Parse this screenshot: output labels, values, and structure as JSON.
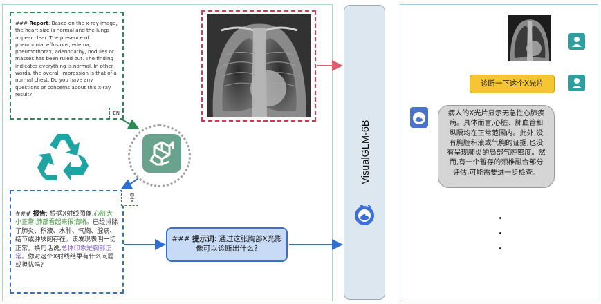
{
  "report_en": {
    "prefix": "###",
    "title": "Report",
    "body": ": Based on the x-ray image, the heart size is normal and the lungs appear clear. The presence of pneumonia, effusions, edema, pneumothorax, adenopathy, nodules or masses has been ruled out. The finding indicates everything is normal. In other words, the overall impression is that of a normal chest. Do you have any questions or concerns about this x-ray result?",
    "lang_tag": "EN"
  },
  "report_zh": {
    "prefix": "###",
    "title": "报告",
    "part1": ": 根据X射线图像,",
    "green1": "心脏大小正常,肺部看起来很清晰。",
    "part2": "已经排除了肺炎、积液、水肿、气胸、腺病、结节或肿块的存在。该发现表明一切正常。换句话说,",
    "purple1": "总体印象是胸部正常。",
    "part3": "你对这个X射线结果有什么问题或担忧吗?",
    "lang_tag": "中文"
  },
  "prompt": {
    "prefix": "###",
    "title": "提示词",
    "body": ": 通过这张胸部X光影像可以诊断出什么?"
  },
  "model": {
    "label": "VisualGLM-6B"
  },
  "chat": {
    "user_message": "诊断一下这个X光片",
    "bot_message": "病人的X光片显示无急性心肺疾病。具体而言,心脏、肺血管和纵隔均在正常范围内。此外,没有胸腔积液或气胸的证据,也没有呈现肺炎的局部气腔密度。然而,有一个暂存的颈椎融合部分评估,可能需要进一步检查。"
  },
  "colors": {
    "green_dashed": "#2e8b57",
    "red_dashed": "#e0344a",
    "blue_dashed": "#2f6fcf",
    "gpt_logo": "#6aa38d",
    "recycle": "#1fa4a4",
    "user_message_bg": "#f5c632",
    "bot_message_bg": "#d5d5d5",
    "prompt_bg": "#c7daf6"
  },
  "icons": [
    "recycle-icon",
    "openai-logo-icon",
    "visualglm-logo-icon",
    "user-avatar-icon",
    "bot-avatar-icon",
    "chest-xray-image"
  ]
}
